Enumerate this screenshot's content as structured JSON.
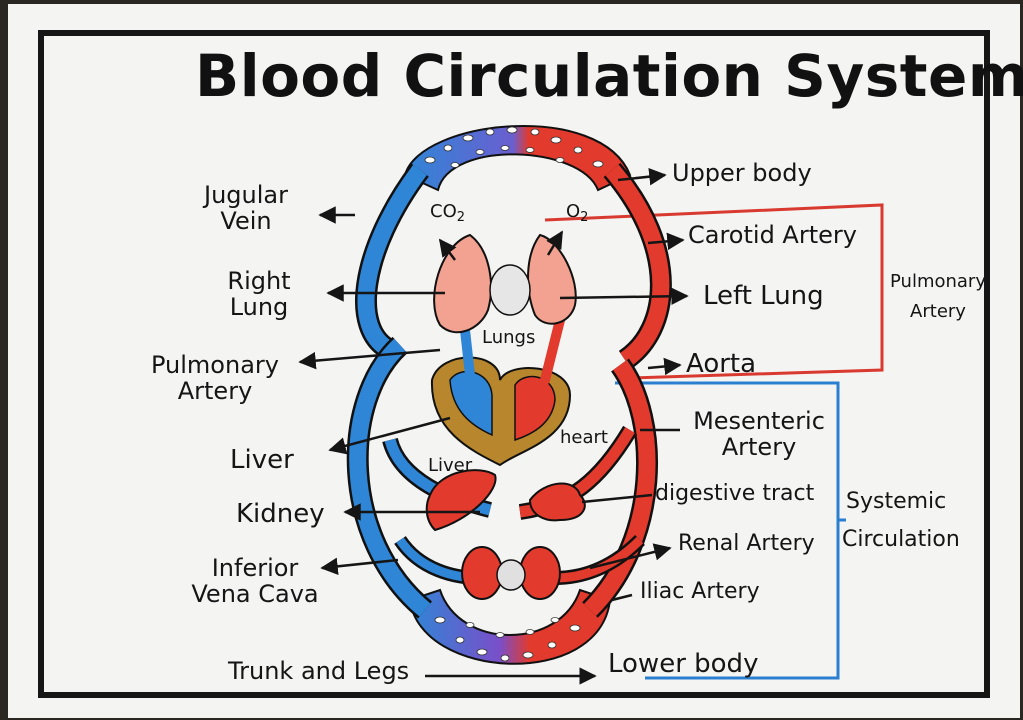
{
  "title": "Blood Circulation System",
  "labels": {
    "jugular_vein_1": "Jugular",
    "jugular_vein_2": "Vein",
    "right_lung_1": "Right",
    "right_lung_2": "Lung",
    "pulmonary_artery_left_1": "Pulmonary",
    "pulmonary_artery_left_2": "Artery",
    "liver": "Liver",
    "kidney": "Kidney",
    "inferior_vena_cava_1": "Inferior",
    "inferior_vena_cava_2": "Vena Cava",
    "trunk_and_legs": "Trunk and Legs",
    "upper_body": "Upper body",
    "carotid_artery": "Carotid Artery",
    "left_lung": "Left Lung",
    "aorta": "Aorta",
    "mesenteric_artery_1": "Mesenteric",
    "mesenteric_artery_2": "Artery",
    "digestive_tract": "digestive tract",
    "renal_artery": "Renal Artery",
    "iliac_artery": "Iliac Artery",
    "lower_body": "Lower body",
    "pulmonary_artery_right_1": "Pulmonary",
    "pulmonary_artery_right_2": "Artery",
    "systemic_circulation_1": "Systemic",
    "systemic_circulation_2": "Circulation",
    "co2_main": "CO",
    "co2_sub": "2",
    "o2_main": "O",
    "o2_sub": "2",
    "lungs_inner": "Lungs",
    "liver_inner": "Liver",
    "heart_inner": "heart"
  },
  "colors": {
    "artery_red": "#e23a2c",
    "vein_blue": "#2f86d6",
    "lung_pink": "#f3a190",
    "heart_gold": "#b8862c",
    "pulmonary_bracket": "#d93a30",
    "systemic_bracket": "#2a7fd0",
    "ink": "#151515"
  }
}
